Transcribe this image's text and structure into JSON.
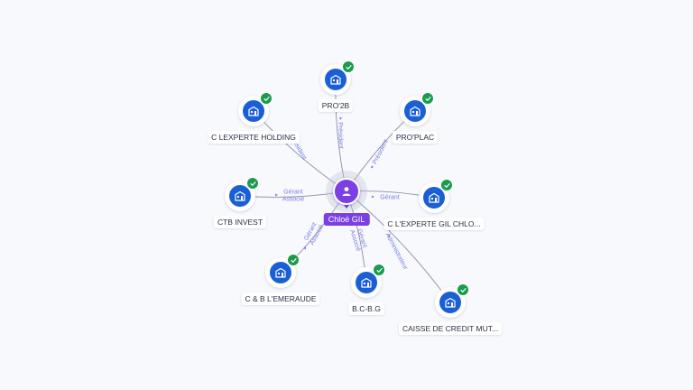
{
  "center": {
    "name": "Chloé GIL",
    "icon": "person-icon",
    "color": "#7b3fe4"
  },
  "companies": [
    {
      "id": "pro2b",
      "name": "PRO'2B",
      "icon": "building-icon",
      "verified": true
    },
    {
      "id": "c-lexperte-holding",
      "name": "C LEXPERTE HOLDING",
      "icon": "building-icon",
      "verified": true
    },
    {
      "id": "pro-plac",
      "name": "PRO'PLAC",
      "icon": "building-icon",
      "verified": true
    },
    {
      "id": "ctb-invest",
      "name": "CTB INVEST",
      "icon": "building-icon",
      "verified": true
    },
    {
      "id": "c-lexperte-gil-chlo",
      "name": "C L'EXPERTE GIL CHLO...",
      "icon": "building-icon",
      "verified": true
    },
    {
      "id": "c-b-lemeraude",
      "name": "C & B L'EMERAUDE",
      "icon": "building-icon",
      "verified": true
    },
    {
      "id": "bcbg",
      "name": "B.C-B.G",
      "icon": "building-icon",
      "verified": true
    },
    {
      "id": "caisse",
      "name": "CAISSE DE CREDIT MUT...",
      "icon": "building-icon",
      "verified": true
    }
  ],
  "relations": [
    {
      "target": "pro2b",
      "roles": [
        "Président"
      ]
    },
    {
      "target": "c-lexperte-holding",
      "roles": [
        "Président"
      ]
    },
    {
      "target": "pro-plac",
      "roles": [
        "Président"
      ]
    },
    {
      "target": "ctb-invest",
      "roles": [
        "Gérant",
        "Associé"
      ]
    },
    {
      "target": "c-lexperte-gil-chlo",
      "roles": [
        "Gérant"
      ]
    },
    {
      "target": "c-b-lemeraude",
      "roles": [
        "Gérant",
        "Associé"
      ]
    },
    {
      "target": "bcbg",
      "roles": [
        "Gérant",
        "Associé"
      ]
    },
    {
      "target": "caisse",
      "roles": [
        "Administrateur"
      ]
    }
  ],
  "colors": {
    "company": "#1a5fd6",
    "verified": "#1a9b4e",
    "edge": "#8a8fa6",
    "relation_label": "#7a7fe0"
  }
}
